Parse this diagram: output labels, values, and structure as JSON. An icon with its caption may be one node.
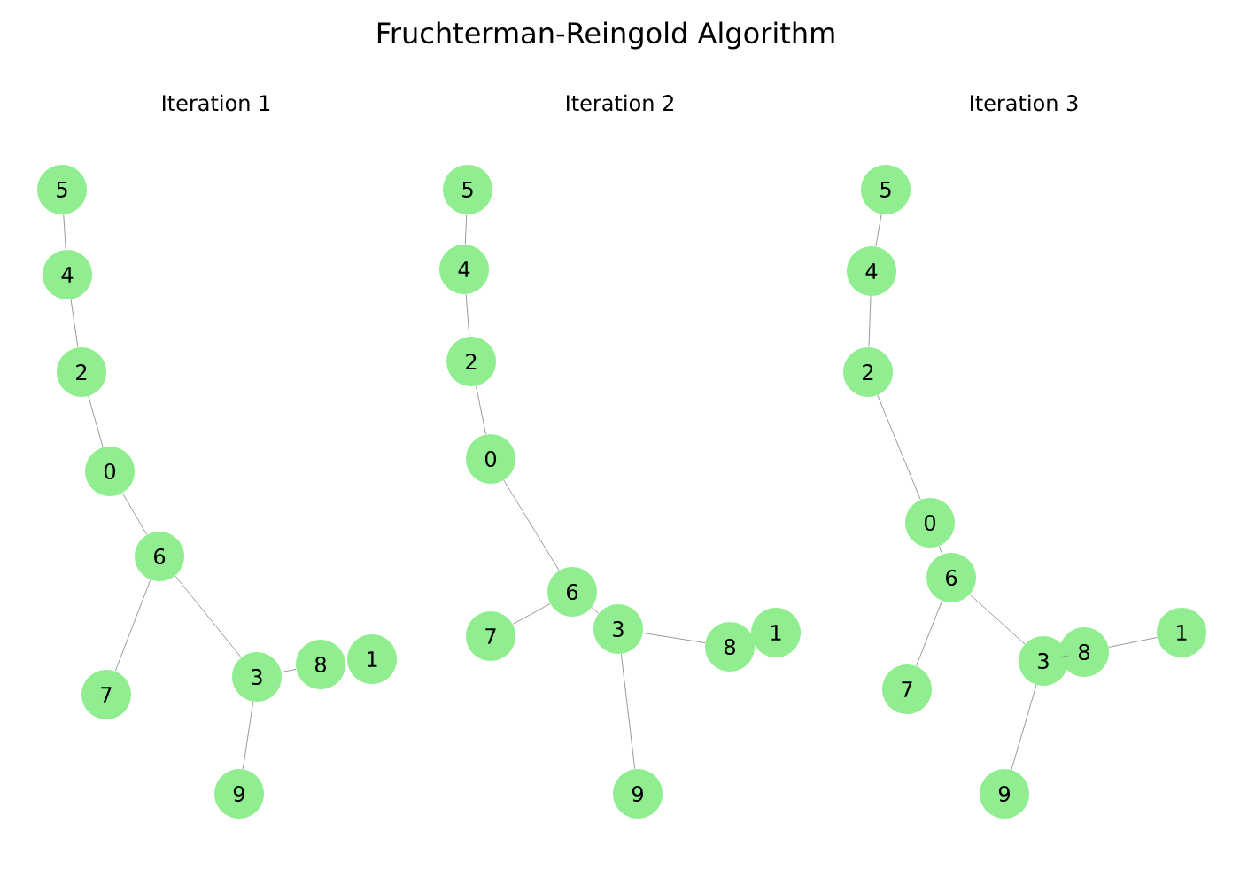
{
  "diagram": {
    "title": "Fruchterman-Reingold Algorithm",
    "labels": [
      "Iteration 1",
      "Iteration 2",
      "Iteration 3"
    ],
    "nodes": [
      {
        "text": [
          "0"
        ]
      },
      {
        "text": [
          "1"
        ]
      },
      {
        "text": [
          "2"
        ]
      },
      {
        "text": [
          "3"
        ]
      },
      {
        "text": [
          "4"
        ]
      },
      {
        "text": [
          "5"
        ]
      },
      {
        "text": [
          "6"
        ]
      },
      {
        "text": [
          "7"
        ]
      },
      {
        "text": [
          "8"
        ]
      },
      {
        "text": [
          "9"
        ]
      },
      {
        "text": [
          "0"
        ]
      },
      {
        "text": [
          "1"
        ]
      },
      {
        "text": [
          "2"
        ]
      },
      {
        "text": [
          "3"
        ]
      },
      {
        "text": [
          "4"
        ]
      },
      {
        "text": [
          "5"
        ]
      },
      {
        "text": [
          "6"
        ]
      },
      {
        "text": [
          "7"
        ]
      },
      {
        "text": [
          "8"
        ]
      },
      {
        "text": [
          "9"
        ]
      },
      {
        "text": [
          "0"
        ]
      },
      {
        "text": [
          "1"
        ]
      },
      {
        "text": [
          "2"
        ]
      },
      {
        "text": [
          "3"
        ]
      },
      {
        "text": [
          "4"
        ]
      },
      {
        "text": [
          "5"
        ]
      },
      {
        "text": [
          "6"
        ]
      },
      {
        "text": [
          "7"
        ]
      },
      {
        "text": [
          "8"
        ]
      },
      {
        "text": [
          "9"
        ]
      }
    ],
    "edges": [
      {
        "from": 5,
        "to": 4,
        "arrow": "none"
      },
      {
        "from": 4,
        "to": 2,
        "arrow": "none"
      },
      {
        "from": 2,
        "to": 0,
        "arrow": "none"
      },
      {
        "from": 0,
        "to": 6,
        "arrow": "none"
      },
      {
        "from": 6,
        "to": 7,
        "arrow": "none"
      },
      {
        "from": 6,
        "to": 3,
        "arrow": "none"
      },
      {
        "from": 3,
        "to": 8,
        "arrow": "none"
      },
      {
        "from": 3,
        "to": 9,
        "arrow": "none"
      },
      {
        "from": 15,
        "to": 14,
        "arrow": "none"
      },
      {
        "from": 14,
        "to": 12,
        "arrow": "none"
      },
      {
        "from": 12,
        "to": 10,
        "arrow": "none"
      },
      {
        "from": 10,
        "to": 16,
        "arrow": "none"
      },
      {
        "from": 16,
        "to": 17,
        "arrow": "none"
      },
      {
        "from": 16,
        "to": 13,
        "arrow": "none"
      },
      {
        "from": 13,
        "to": 18,
        "arrow": "none"
      },
      {
        "from": 13,
        "to": 19,
        "arrow": "none"
      },
      {
        "from": 25,
        "to": 24,
        "arrow": "none"
      },
      {
        "from": 24,
        "to": 22,
        "arrow": "none"
      },
      {
        "from": 22,
        "to": 20,
        "arrow": "none"
      },
      {
        "from": 20,
        "to": 26,
        "arrow": "none"
      },
      {
        "from": 26,
        "to": 27,
        "arrow": "none"
      },
      {
        "from": 26,
        "to": 23,
        "arrow": "none"
      },
      {
        "from": 23,
        "to": 28,
        "arrow": "none"
      },
      {
        "from": 23,
        "to": 29,
        "arrow": "none"
      },
      {
        "from": 28,
        "to": 21,
        "arrow": "none"
      }
    ]
  }
}
